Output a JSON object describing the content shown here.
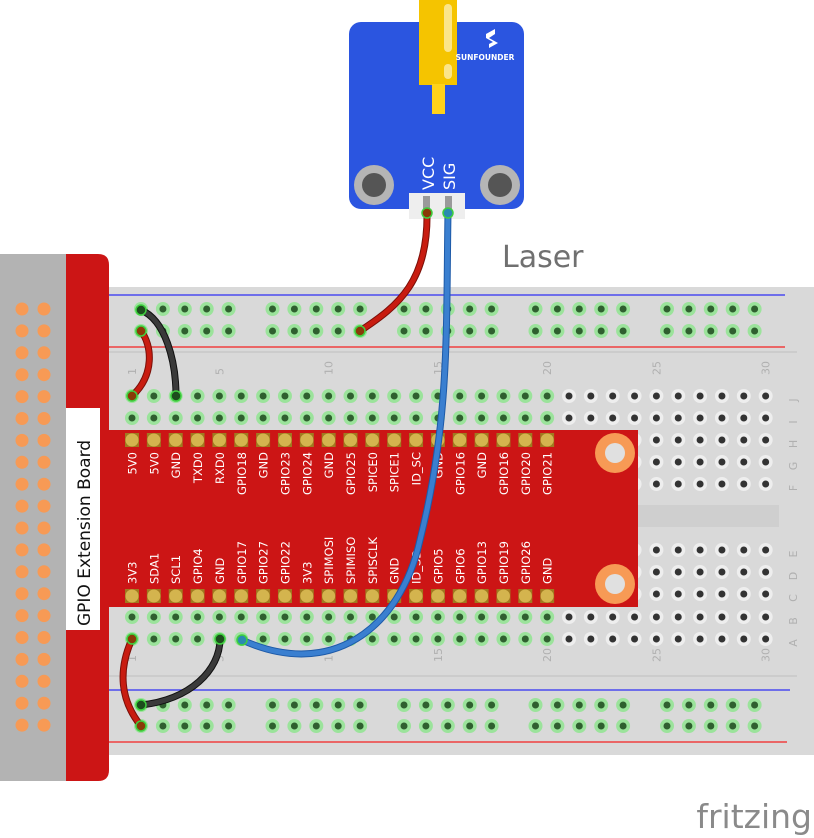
{
  "title_label": "Laser",
  "watermark": "fritzing",
  "module": {
    "brand": "SUNFOUNDER",
    "pins": [
      "VCC",
      "SIG"
    ],
    "board_color": "#2b55e0"
  },
  "extension_board": {
    "label": "GPIO Extension Board",
    "top_pins": [
      "5V0",
      "5V0",
      "GND",
      "TXD0",
      "RXD0",
      "GPIO18",
      "GND",
      "GPIO23",
      "GPIO24",
      "GND",
      "GPIO25",
      "SPICE0",
      "SPICE1",
      "ID_SC",
      "GND",
      "GPIO16",
      "GND",
      "GPIO16",
      "GPIO20",
      "GPIO21"
    ],
    "bottom_pins": [
      "3V3",
      "SDA1",
      "SCL1",
      "GPIO4",
      "GND",
      "GPIO17",
      "GPIO27",
      "GPIO22",
      "3V3",
      "SPIMOSI",
      "SPIMISO",
      "SPISCLK",
      "GND",
      "ID_SD",
      "GPIO5",
      "GPIO6",
      "GPIO13",
      "GPIO19",
      "GPIO26",
      "GND"
    ],
    "color": "#cc1515"
  },
  "breadboard": {
    "columns": 30,
    "column_labels": [
      "1",
      "5",
      "10",
      "15",
      "20",
      "25",
      "30"
    ],
    "top_rows": [
      "J",
      "I",
      "H",
      "G",
      "F"
    ],
    "bottom_rows": [
      "E",
      "D",
      "C",
      "B",
      "A"
    ]
  },
  "wires": [
    {
      "name": "laser-vcc-wire",
      "color": "#c81c10",
      "from": "VCC",
      "to": "top rail +"
    },
    {
      "name": "laser-sig-wire",
      "color": "#3a7fd0",
      "from": "SIG",
      "to": "A6 (GPIO17)"
    },
    {
      "name": "top-gnd-wire",
      "color": "#333333",
      "from": "top rail -",
      "to": "J3 (GND)"
    },
    {
      "name": "top-5v-wire",
      "color": "#c81c10",
      "from": "top rail +",
      "to": "J1 (5V0)"
    },
    {
      "name": "bottom-3v3-wire",
      "color": "#c81c10",
      "from": "A1 (3V3)",
      "to": "bottom rail +"
    },
    {
      "name": "bottom-gnd-wire",
      "color": "#333333",
      "from": "A5 (GND)",
      "to": "bottom rail -"
    }
  ]
}
